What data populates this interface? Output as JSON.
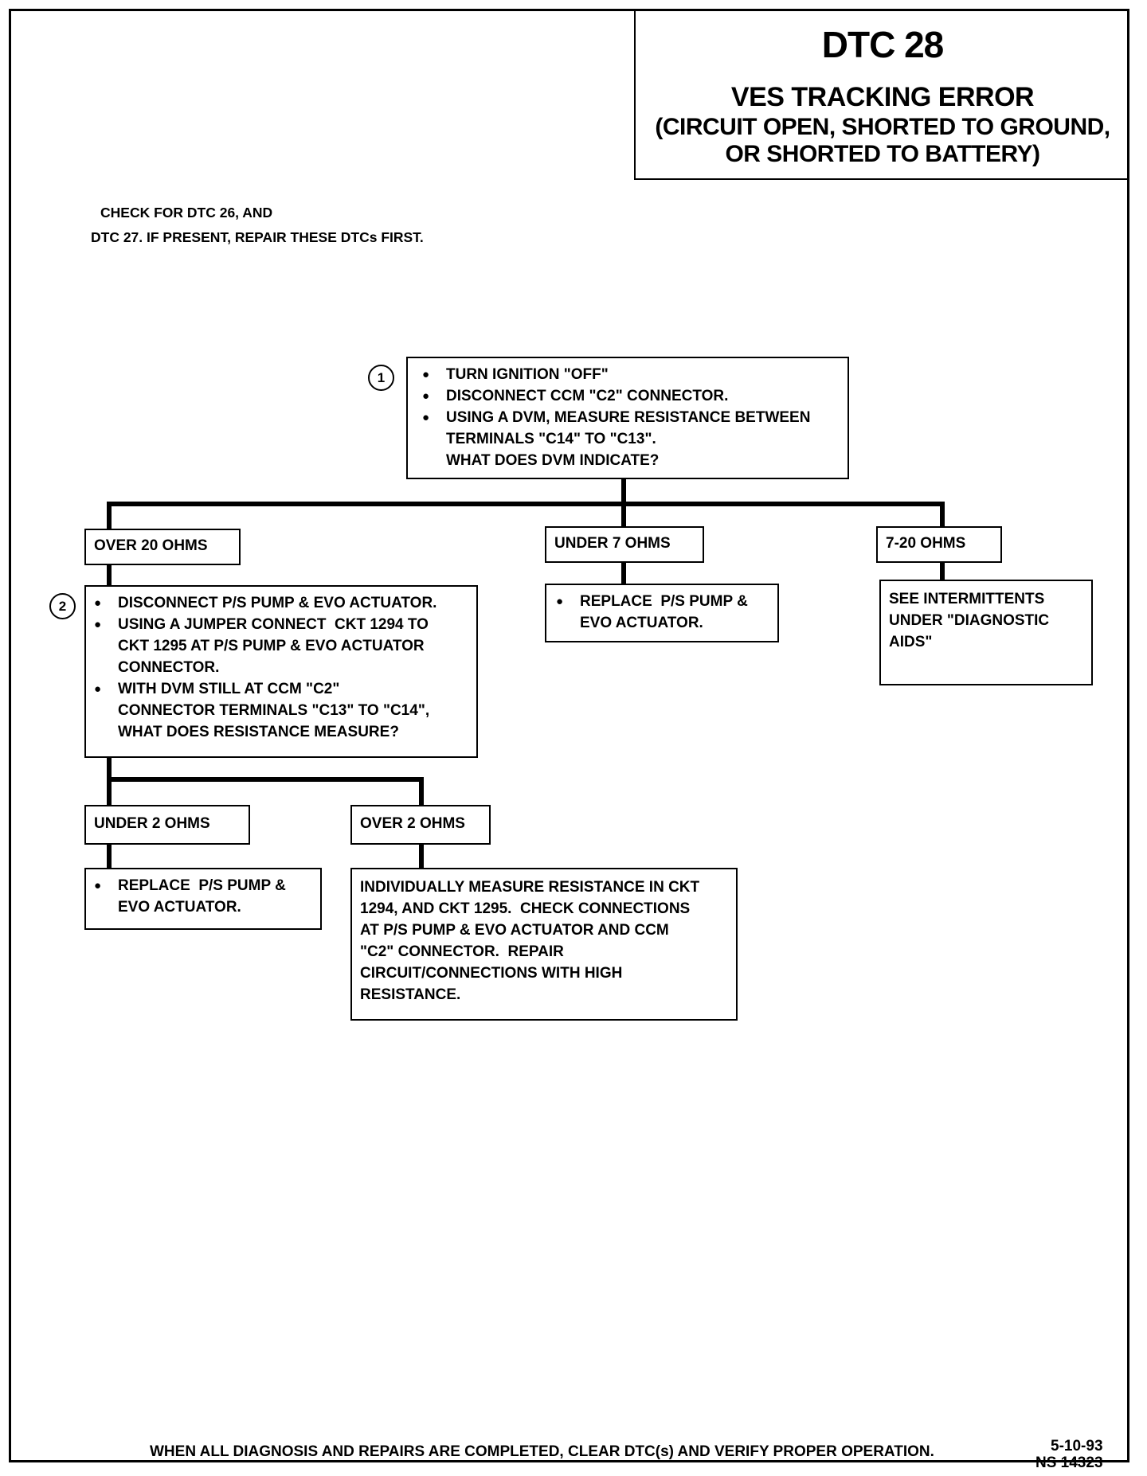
{
  "header": {
    "code": "DTC 28",
    "name": "VES TRACKING ERROR",
    "subtitle_line1": "(CIRCUIT OPEN, SHORTED TO GROUND,",
    "subtitle_line2": "OR SHORTED TO BATTERY)"
  },
  "precheck": {
    "line1": "CHECK FOR DTC 26, AND",
    "line2": "DTC 27.  IF PRESENT, REPAIR THESE DTCs FIRST."
  },
  "step1": {
    "number": "1",
    "bullet": "●",
    "item1": "TURN IGNITION \"OFF\"",
    "item2": "DISCONNECT CCM \"C2\" CONNECTOR.",
    "item3": "USING A DVM, MEASURE RESISTANCE BETWEEN\nTERMINALS \"C14\" TO \"C13\".\nWHAT DOES DVM INDICATE?"
  },
  "branch_over20": {
    "label": "OVER 20 OHMS"
  },
  "branch_under7": {
    "label": "UNDER 7 OHMS",
    "bullet": "●",
    "action": "REPLACE  P/S PUMP &\nEVO ACTUATOR."
  },
  "branch_7to20": {
    "label": "7-20 OHMS",
    "action": "SEE INTERMITTENTS\nUNDER \"DIAGNOSTIC\nAIDS\""
  },
  "step2": {
    "number": "2",
    "bullet": "●",
    "item1": "DISCONNECT P/S PUMP & EVO ACTUATOR.",
    "item2": "USING A JUMPER CONNECT  CKT 1294 TO\nCKT 1295 AT P/S PUMP & EVO ACTUATOR\nCONNECTOR.",
    "item3": "WITH DVM STILL AT CCM \"C2\"\nCONNECTOR TERMINALS \"C13\" TO \"C14\",\nWHAT DOES RESISTANCE MEASURE?"
  },
  "branch_under2": {
    "label": "UNDER 2 OHMS",
    "bullet": "●",
    "action": "REPLACE  P/S PUMP &\nEVO ACTUATOR."
  },
  "branch_over2": {
    "label": "OVER 2 OHMS",
    "action": "INDIVIDUALLY MEASURE RESISTANCE IN CKT\n1294, AND CKT 1295.  CHECK CONNECTIONS\nAT P/S PUMP & EVO ACTUATOR AND CCM\n\"C2\" CONNECTOR.  REPAIR\nCIRCUIT/CONNECTIONS WITH HIGH\nRESISTANCE."
  },
  "footer": {
    "note": "WHEN ALL DIAGNOSIS AND REPAIRS ARE COMPLETED, CLEAR DTC(s) AND VERIFY PROPER OPERATION.",
    "date": "5-10-93",
    "doc_number": "NS 14323"
  }
}
